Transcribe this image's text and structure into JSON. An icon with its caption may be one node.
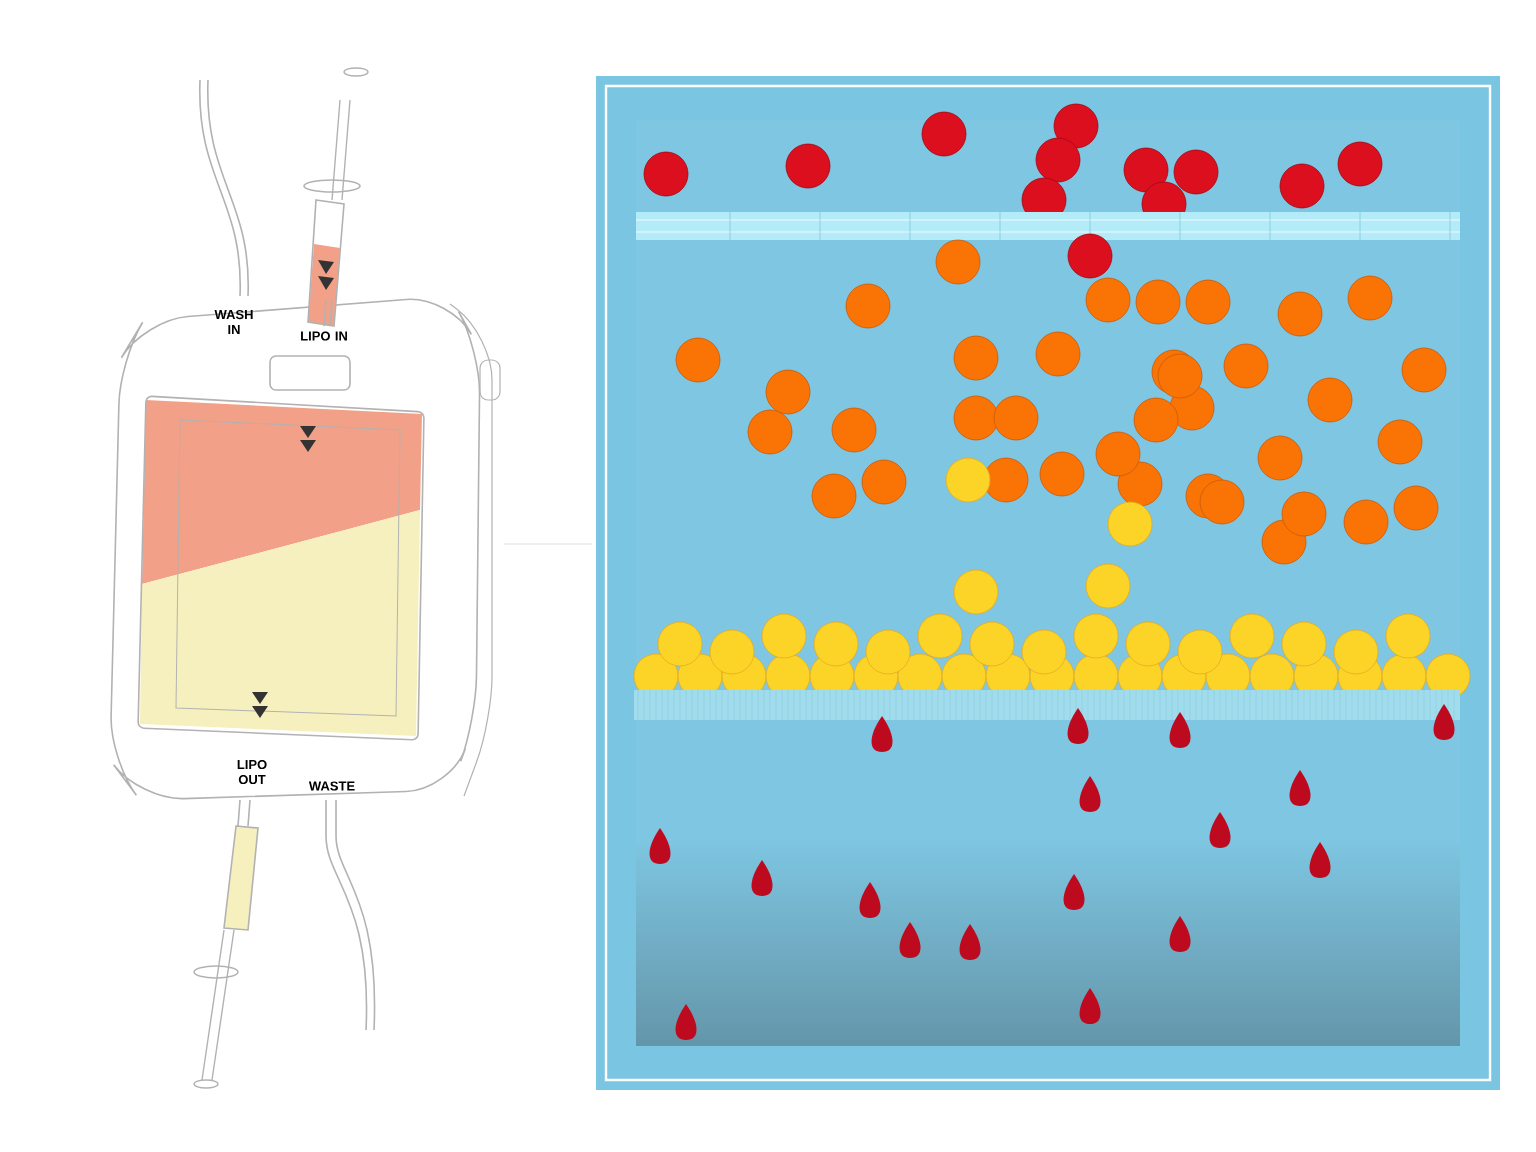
{
  "diagram": {
    "labels": [
      "WASH IN",
      "LIPO IN",
      "LIPO OUT",
      "WASTE"
    ]
  }
}
